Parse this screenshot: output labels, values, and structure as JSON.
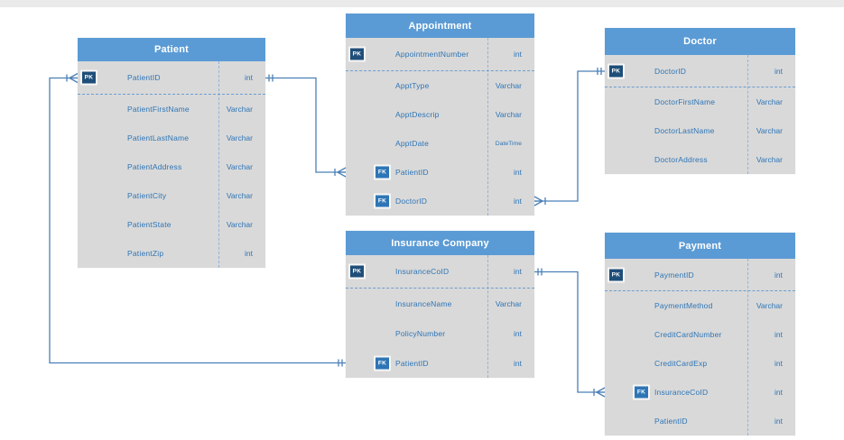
{
  "diagram": {
    "entities": [
      {
        "name": "Patient",
        "attributes": [
          {
            "key": "PK",
            "name": "PatientID",
            "type": "int"
          },
          {
            "key": "",
            "name": "PatientFirstName",
            "type": "Varchar"
          },
          {
            "key": "",
            "name": "PatientLastName",
            "type": "Varchar"
          },
          {
            "key": "",
            "name": "PatientAddress",
            "type": "Varchar"
          },
          {
            "key": "",
            "name": "PatientCity",
            "type": "Varchar"
          },
          {
            "key": "",
            "name": "PatientState",
            "type": "Varchar"
          },
          {
            "key": "",
            "name": "PatientZip",
            "type": "int"
          }
        ]
      },
      {
        "name": "Appointment",
        "attributes": [
          {
            "key": "PK",
            "name": "AppointmentNumber",
            "type": "int"
          },
          {
            "key": "",
            "name": "ApptType",
            "type": "Varchar"
          },
          {
            "key": "",
            "name": "ApptDescrip",
            "type": "Varchar"
          },
          {
            "key": "",
            "name": "ApptDate",
            "type": "DateTime"
          },
          {
            "key": "FK",
            "name": "PatientID",
            "type": "int"
          },
          {
            "key": "FK",
            "name": "DoctorID",
            "type": "int"
          }
        ]
      },
      {
        "name": "Doctor",
        "attributes": [
          {
            "key": "PK",
            "name": "DoctorID",
            "type": "int"
          },
          {
            "key": "",
            "name": "DoctorFirstName",
            "type": "Varchar"
          },
          {
            "key": "",
            "name": "DoctorLastName",
            "type": "Varchar"
          },
          {
            "key": "",
            "name": "DoctorAddress",
            "type": "Varchar"
          }
        ]
      },
      {
        "name": "Insurance Company",
        "attributes": [
          {
            "key": "PK",
            "name": "InsuranceCoID",
            "type": "int"
          },
          {
            "key": "",
            "name": "InsuranceName",
            "type": "Varchar"
          },
          {
            "key": "",
            "name": "PolicyNumber",
            "type": "int"
          },
          {
            "key": "FK",
            "name": "PatientID",
            "type": "int"
          }
        ]
      },
      {
        "name": "Payment",
        "attributes": [
          {
            "key": "PK",
            "name": "PaymentID",
            "type": "int"
          },
          {
            "key": "",
            "name": "PaymentMethod",
            "type": "Varchar"
          },
          {
            "key": "",
            "name": "CreditCardNumber",
            "type": "int"
          },
          {
            "key": "",
            "name": "CreditCardExp",
            "type": "int"
          },
          {
            "key": "FK",
            "name": "InsuranceCoID",
            "type": "int"
          },
          {
            "key": "",
            "name": "PatientID",
            "type": "int"
          }
        ]
      }
    ],
    "relationships": [
      {
        "one_end": "Patient.PatientID",
        "many_end": "Appointment.PatientID"
      },
      {
        "one_end": "Doctor.DoctorID",
        "many_end": "Appointment.DoctorID"
      },
      {
        "one_end": "Insurance Company.PatientID",
        "many_end": "Patient.PatientID"
      },
      {
        "one_end": "Insurance Company.InsuranceCoID",
        "many_end": "Payment.InsuranceCoID"
      }
    ]
  },
  "colors": {
    "header_blue": "#5b9bd5",
    "body_gray": "#d9d9d9",
    "attribute_text": "#2e75b6",
    "pk_badge": "#1f4e79",
    "fk_badge": "#2e75b6",
    "connector": "#4a80b8",
    "top_bar": "#eaeaea"
  }
}
